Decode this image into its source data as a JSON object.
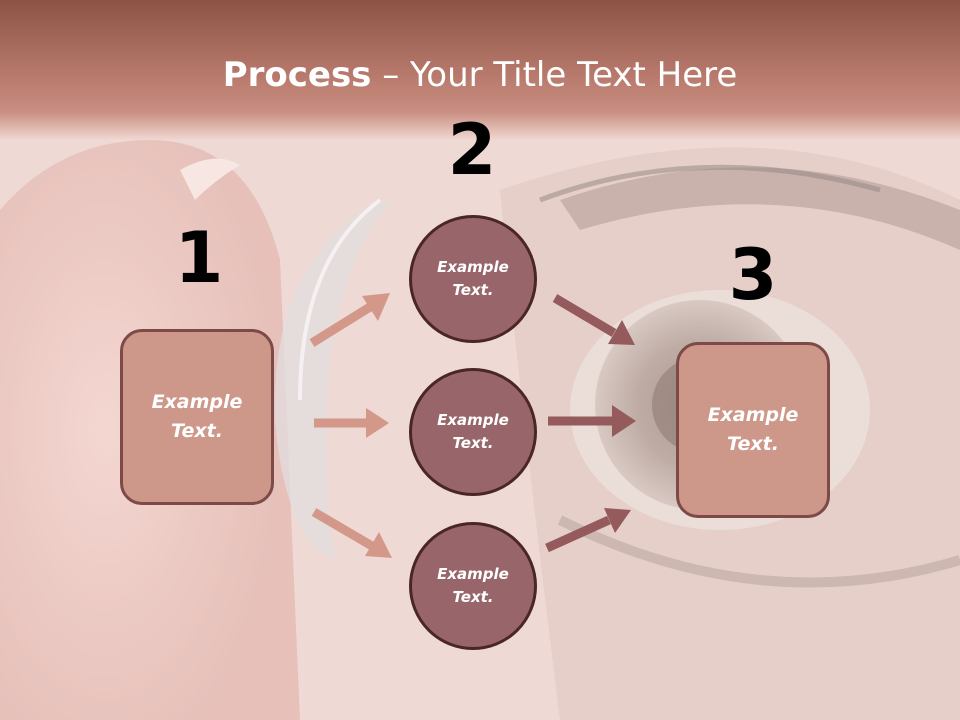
{
  "title": {
    "bold": "Process",
    "rest": " – Your Title Text Here"
  },
  "steps": [
    {
      "number": "1",
      "box_text": [
        "Example",
        "Text."
      ]
    },
    {
      "number": "2",
      "circles": [
        [
          "Example",
          "Text."
        ],
        [
          "Example",
          "Text."
        ],
        [
          "Example",
          "Text."
        ]
      ]
    },
    {
      "number": "3",
      "box_text": [
        "Example",
        "Text."
      ]
    }
  ],
  "colors": {
    "header_band": "#b97a6c",
    "box_fill": "#cd978a",
    "circle_fill": "#98666a",
    "arrow_light": "#d3988a",
    "arrow_dark": "#945a5c"
  }
}
